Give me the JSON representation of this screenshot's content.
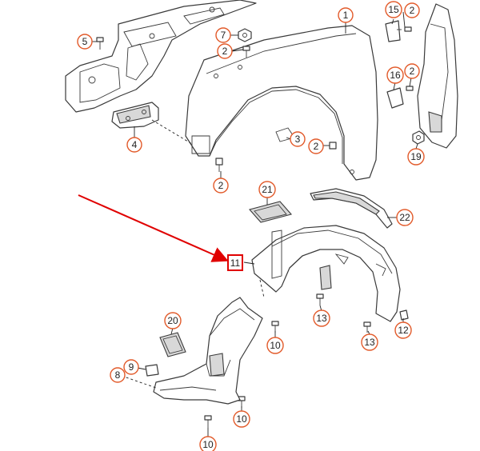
{
  "callouts": {
    "c1": "1",
    "c2a": "2",
    "c2b": "2",
    "c2c": "2",
    "c2d": "2",
    "c2e": "2",
    "c3": "3",
    "c4": "4",
    "c5": "5",
    "c7": "7",
    "c8": "8",
    "c9": "9",
    "c10a": "10",
    "c10b": "10",
    "c10c": "10",
    "c11": "11",
    "c12": "12",
    "c13a": "13",
    "c13b": "13",
    "c15": "15",
    "c16": "16",
    "c19": "19",
    "c20": "20",
    "c21": "21",
    "c22": "22"
  },
  "colors": {
    "callout_ring": "#e25a2a",
    "highlight_arrow": "#e00000"
  }
}
